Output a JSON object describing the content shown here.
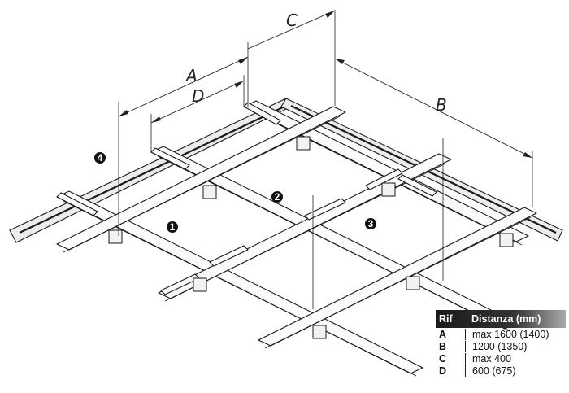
{
  "dimensions": {
    "a": "A",
    "b": "B",
    "c": "C",
    "d": "D"
  },
  "markers": [
    "1",
    "2",
    "3",
    "4"
  ],
  "legend": {
    "headers": [
      "Rif",
      "Distanza (mm)"
    ],
    "rows": [
      {
        "ref": "A",
        "value": "max 1600 (1400)"
      },
      {
        "ref": "B",
        "value": "1200 (1350)"
      },
      {
        "ref": "C",
        "value": "max 400"
      },
      {
        "ref": "D",
        "value": "600 (675)"
      }
    ]
  }
}
